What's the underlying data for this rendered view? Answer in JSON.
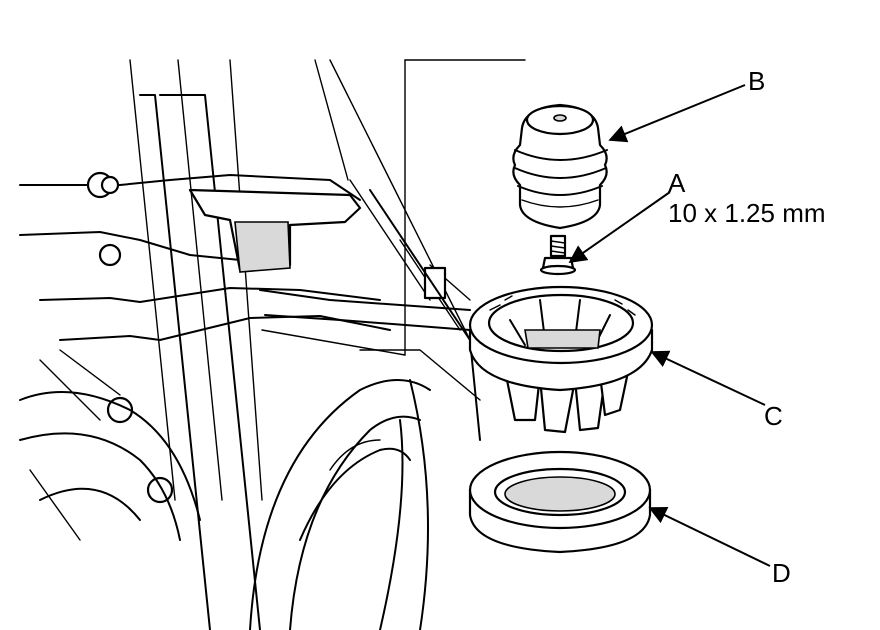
{
  "callouts": {
    "a": {
      "letter": "A",
      "spec": "10 x 1.25 mm"
    },
    "b": {
      "letter": "B"
    },
    "c": {
      "letter": "C"
    },
    "d": {
      "letter": "D"
    }
  }
}
